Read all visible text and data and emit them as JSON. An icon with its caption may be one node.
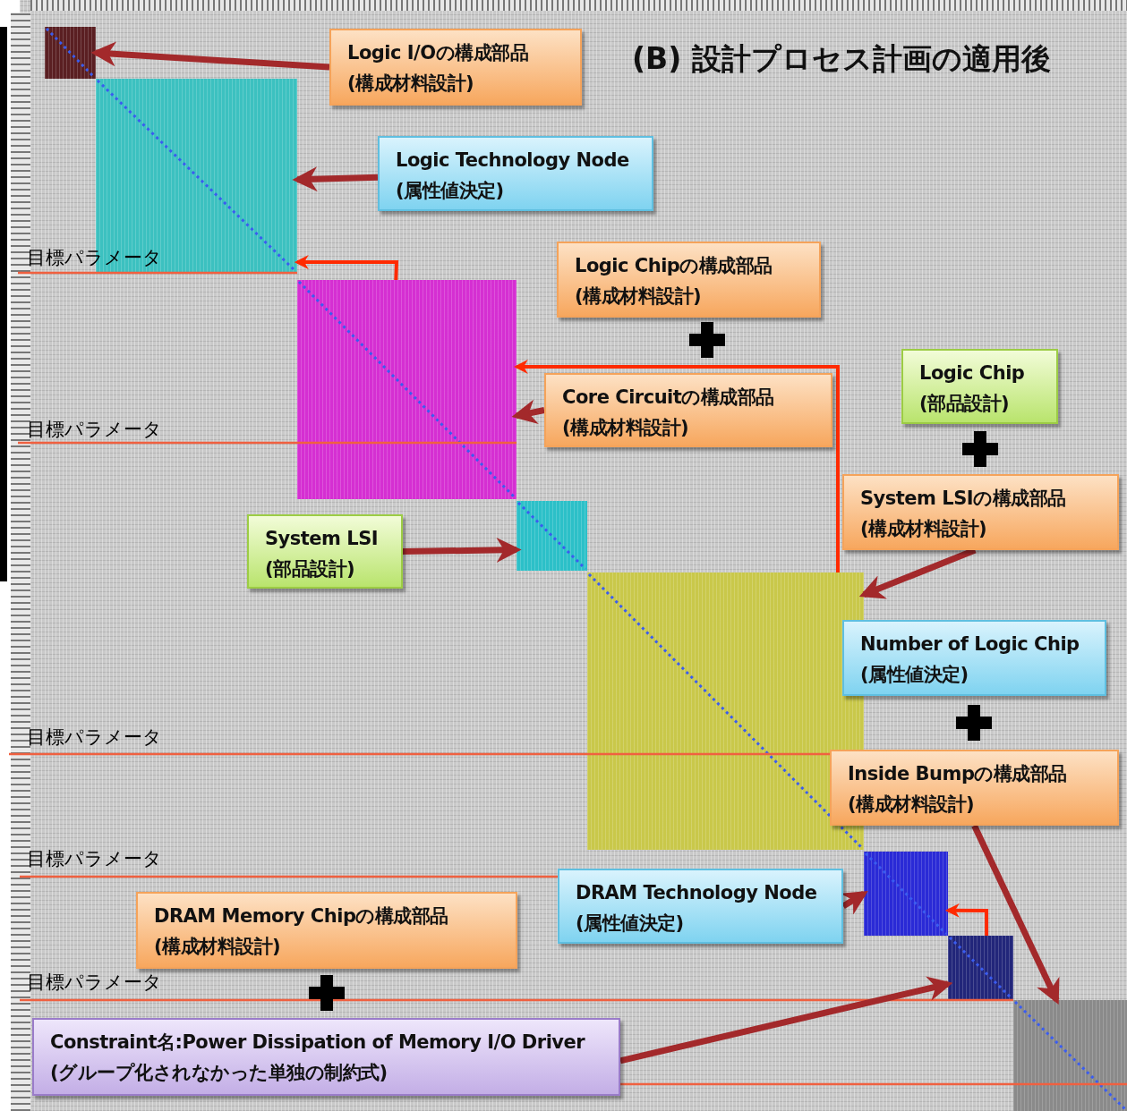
{
  "diagram": {
    "title": "(B) 設計プロセス計画の適用後",
    "nodes": [
      {
        "text": [
          "Logic I/Oの構成部品",
          "(構成材料設計)"
        ]
      },
      {
        "text": [],
        "shape": "box"
      },
      {
        "text": [],
        "shape": "box"
      },
      {
        "text": [
          "Logic Technology Node",
          "(属性値決定)"
        ]
      },
      {
        "text": [
          "Logic Chipの構成部品",
          "(構成材料設計)"
        ]
      },
      {
        "text": [],
        "shape": "box"
      },
      {
        "text": [
          "Core Circuitの構成部品",
          "(構成材料設計)"
        ]
      },
      {
        "text": [
          "Logic Chip",
          "(部品設計)"
        ]
      },
      {
        "text": [
          "System LSI",
          "(部品設計)"
        ]
      },
      {
        "text": [],
        "shape": "box"
      },
      {
        "text": [
          "System LSIの構成部品",
          "(構成材料設計)"
        ]
      },
      {
        "text": [],
        "shape": "box"
      },
      {
        "text": [
          "Number of Logic Chip",
          "(属性値決定)"
        ]
      },
      {
        "text": [
          "Inside Bumpの構成部品",
          "(構成材料設計)"
        ]
      },
      {
        "text": [],
        "shape": "box"
      },
      {
        "text": [
          "DRAM Technology Node",
          "(属性値決定)"
        ]
      },
      {
        "text": [
          "DRAM Memory Chipの構成部品",
          "(構成材料設計)"
        ]
      },
      {
        "text": [],
        "shape": "box"
      },
      {
        "text": [
          "Constraint名:Power Dissipation of Memory I/O Driver",
          "(グループ化されなかった単独の制約式)"
        ]
      },
      {
        "text": [],
        "shape": "box"
      }
    ],
    "edges": [
      {
        "from": 0,
        "to": 1,
        "arrow": "to"
      },
      {
        "from": 3,
        "to": 2,
        "arrow": "to"
      },
      {
        "from": 5,
        "to": 2,
        "arrow": "to",
        "color": "#ff2a00"
      },
      {
        "from": 6,
        "to": 5,
        "arrow": "to"
      },
      {
        "from": 8,
        "to": 9,
        "arrow": "to"
      },
      {
        "from": 11,
        "to": 5,
        "arrow": "to",
        "color": "#ff2a00"
      },
      {
        "from": 10,
        "to": 11,
        "arrow": "to"
      },
      {
        "from": 13,
        "to": 19,
        "arrow": "to"
      },
      {
        "from": 15,
        "to": 14,
        "arrow": "to"
      },
      {
        "from": 17,
        "to": 14,
        "arrow": "to",
        "color": "#ff2a00"
      },
      {
        "from": 18,
        "to": 17,
        "arrow": "to"
      }
    ],
    "labels": [
      "目標パラメータ",
      "目標パラメータ",
      "目標パラメータ",
      "目標パラメータ",
      "目標パラメータ"
    ]
  }
}
